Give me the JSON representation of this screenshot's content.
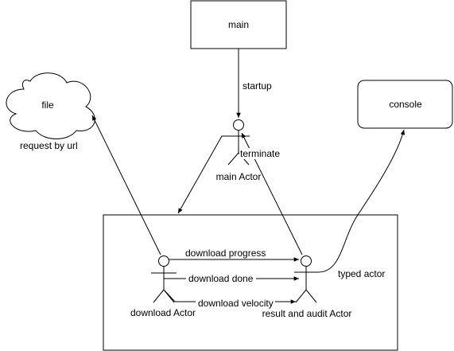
{
  "nodes": {
    "main": "main",
    "file": "file",
    "console": "console",
    "main_actor": "main Actor",
    "download_actor": "download Actor",
    "result_actor": "result and audit Actor",
    "typed_actor": "typed actor"
  },
  "edges": {
    "startup": "startup",
    "terminate": "terminate",
    "request_by_url": "request by url",
    "download_progress": "download progress",
    "download_done": "download done",
    "download_velocity": "download velocity"
  }
}
